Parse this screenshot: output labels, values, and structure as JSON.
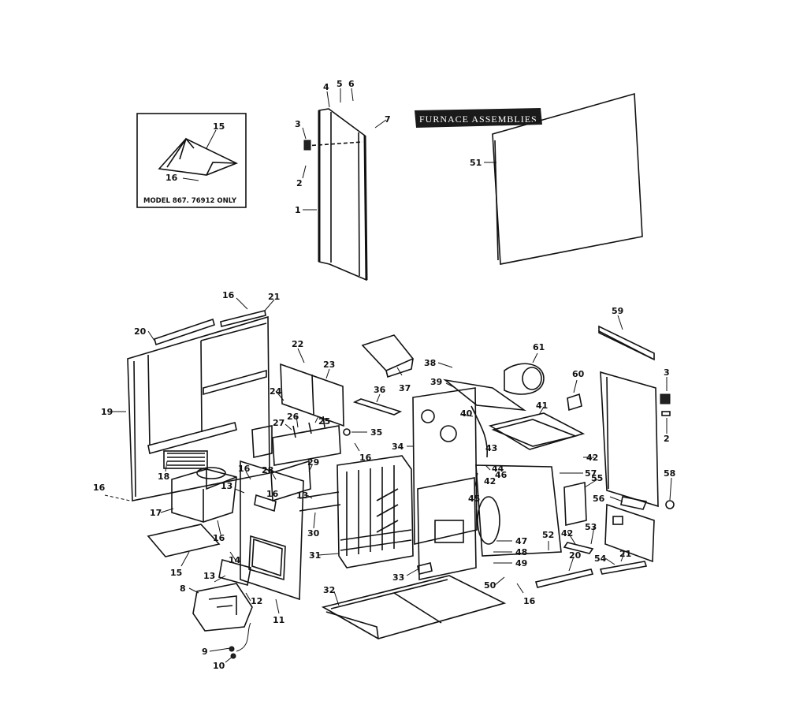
{
  "banner": {
    "text": "FURNACE ASSEMBLIES"
  },
  "inset": {
    "caption": "MODEL 867. 76912 ONLY"
  },
  "callouts": {
    "c1": "1",
    "c2a": "2",
    "c3a": "3",
    "c4": "4",
    "c5": "5",
    "c6": "6",
    "c7": "7",
    "c15a": "15",
    "c16a": "16",
    "c51": "51",
    "c16b": "16",
    "c21a": "21",
    "c20a": "20",
    "c19": "19",
    "c22": "22",
    "c23": "23",
    "c24": "24",
    "c27": "27",
    "c26": "26",
    "c25": "25",
    "c36": "36",
    "c35": "35",
    "c37": "37",
    "c38": "38",
    "c39": "39",
    "c61": "61",
    "c60": "60",
    "c59": "59",
    "c3b": "3",
    "c2b": "2",
    "c40": "40",
    "c41": "41",
    "c34": "34",
    "c16c": "16",
    "c29": "29",
    "c28": "28",
    "c18": "18",
    "c16d": "16",
    "c13a": "13",
    "c16e": "16",
    "c17": "17",
    "c16f": "16",
    "c16g": "16",
    "c13b": "13",
    "c30": "30",
    "c43": "43",
    "c44": "44",
    "c42a": "42",
    "c46": "46",
    "c42b": "42",
    "c57": "57",
    "c45": "45",
    "c55": "55",
    "c56": "56",
    "c58": "58",
    "c15b": "15",
    "c14": "14",
    "c13c": "13",
    "c12": "12",
    "c31": "31",
    "c33": "33",
    "c47": "47",
    "c48": "48",
    "c49": "49",
    "c52": "52",
    "c42c": "42",
    "c53": "53",
    "c20b": "20",
    "c21b": "21",
    "c54": "54",
    "c50": "50",
    "c16h": "16",
    "c8": "8",
    "c11": "11",
    "c32": "32",
    "c9": "9",
    "c10": "10"
  }
}
